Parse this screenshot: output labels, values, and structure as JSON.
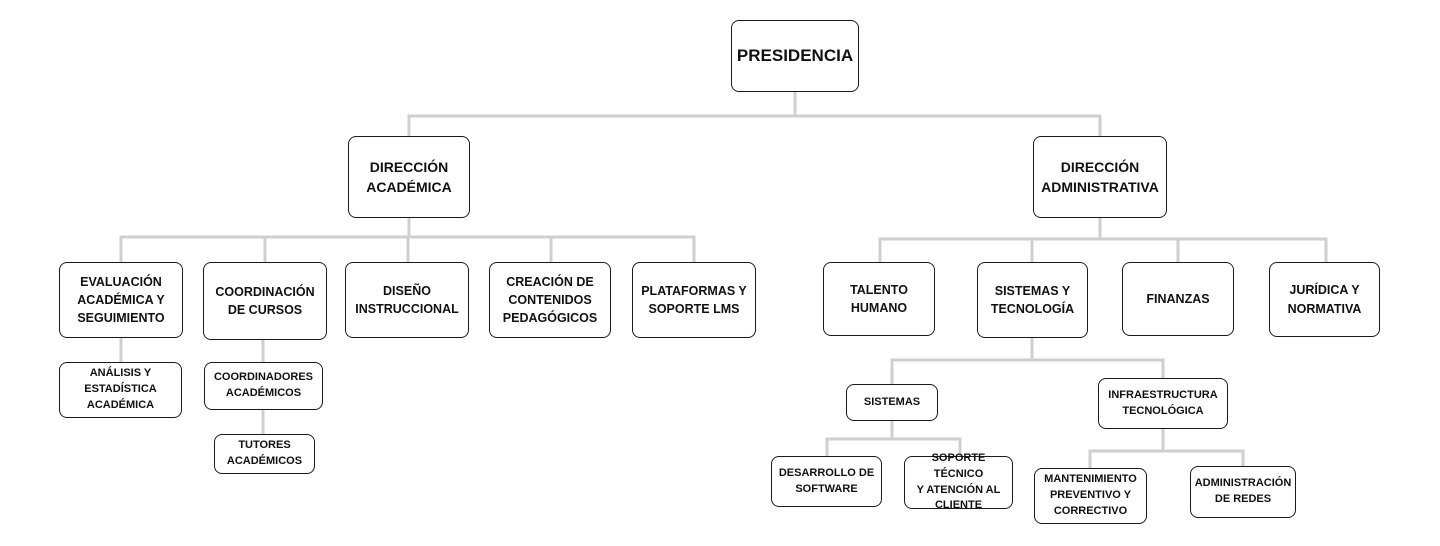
{
  "chart": {
    "presidencia": "PRESIDENCIA",
    "direccion_academica": "DIRECCIÓN\nACADÉMICA",
    "direccion_administrativa": "DIRECCIÓN\nADMINISTRATIVA",
    "evaluacion": "EVALUACIÓN\nACADÉMICA Y\nSEGUIMIENTO",
    "analisis": "ANÁLISIS Y\nESTADÍSTICA\nACADÉMICA",
    "coordinacion_cursos": "COORDINACIÓN\nDE CURSOS",
    "coordinadores": "COORDINADORES\nACADÉMICOS",
    "tutores": "TUTORES\nACADÉMICOS",
    "diseno": "DISEÑO\nINSTRUCCIONAL",
    "creacion": "CREACIÓN DE\nCONTENIDOS\nPEDAGÓGICOS",
    "plataformas": "PLATAFORMAS Y\nSOPORTE LMS",
    "talento": "TALENTO\nHUMANO",
    "sistemas_tecnologia": "SISTEMAS Y\nTECNOLOGÍA",
    "finanzas": "FINANZAS",
    "juridica": "JURÍDICA Y\nNORMATIVA",
    "sistemas": "SISTEMAS",
    "infraestructura": "INFRAESTRUCTURA\nTECNOLÓGICA",
    "desarrollo": "DESARROLLO DE\nSOFTWARE",
    "soporte_tecnico": "SOPORTE TÉCNICO\nY ATENCIÓN AL\nCLIENTE",
    "mantenimiento": "MANTENIMIENTO\nPREVENTIVO Y\nCORRECTIVO",
    "redes": "ADMINISTRACIÓN\nDE REDES"
  },
  "colors": {
    "connector": "#cfcfcf",
    "box_border": "#1a1a1a",
    "text": "#111111"
  }
}
